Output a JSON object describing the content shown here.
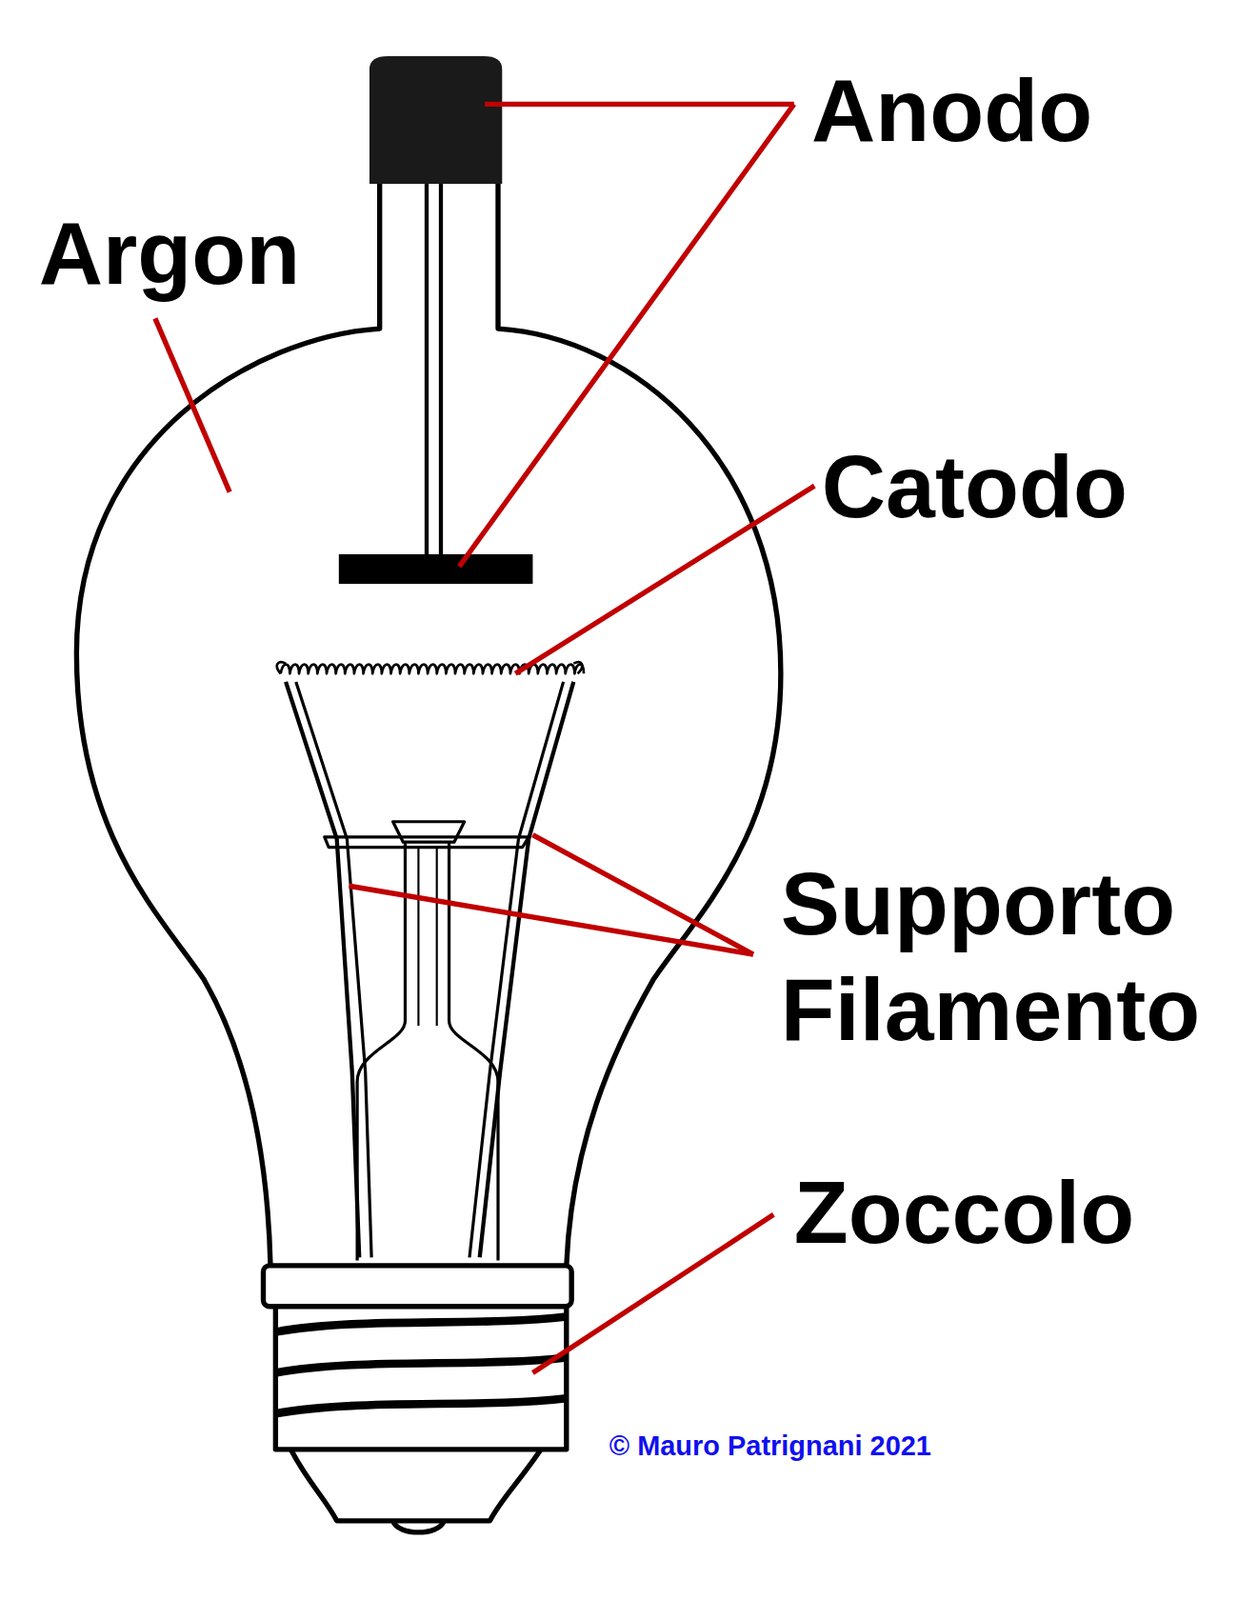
{
  "diagram": {
    "labels": [
      "Anodo",
      "Argon",
      "Catodo",
      "Supporto Filamento",
      "Zoccolo",
      "© Mauro Patrignani 2021"
    ]
  }
}
